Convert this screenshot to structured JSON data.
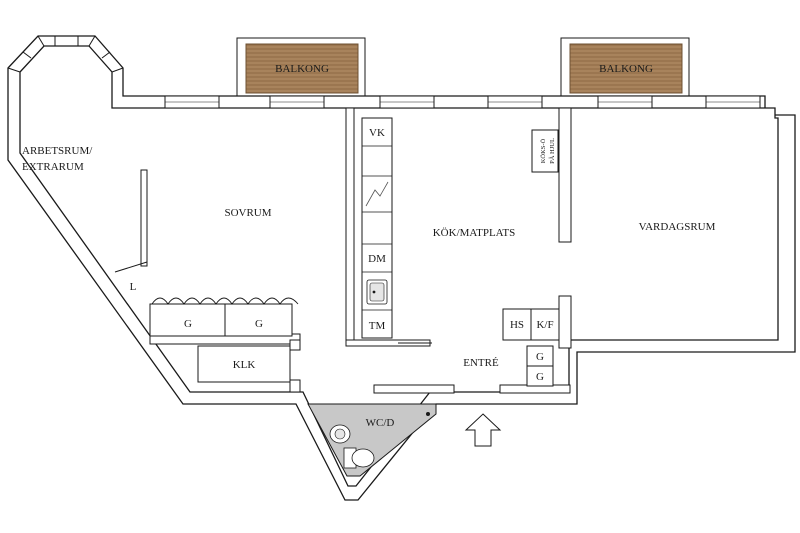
{
  "floor_plan": {
    "rooms": {
      "arbetsrum_line1": "ARBETSRUM/",
      "arbetsrum_line2": "EXTRARUM",
      "sovrum": "SOVRUM",
      "kok": "KÖK/MATPLATS",
      "vardagsrum": "VARDAGSRUM",
      "entre": "ENTRÉ",
      "klk": "KLK",
      "wc": "WC/D"
    },
    "balconies": [
      "BALKONG",
      "BALKONG"
    ],
    "fixtures": {
      "vk": "VK",
      "dm": "DM",
      "tm": "TM",
      "hs": "HS",
      "kf": "K/F",
      "l": "L",
      "g": "G",
      "koks_o_line1": "KÖKS-Ö",
      "koks_o_line2": "PÅ HJUL"
    },
    "colors": {
      "wall": "#1a1a1a",
      "wet_room": "#c8c8c8",
      "balcony_wood": "#a07c55"
    }
  }
}
